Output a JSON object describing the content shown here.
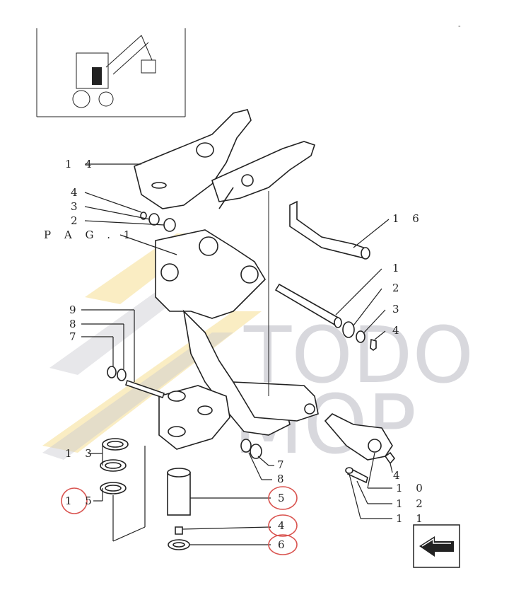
{
  "thumbnail_icon": "backhoe-loader-icon",
  "nav_icon": "arrow-back-icon",
  "watermark": {
    "line1": "TODO",
    "line2": "MOP"
  },
  "callouts": {
    "c14": "1 4",
    "c4a": "4",
    "c3a": "3",
    "c2a": "2",
    "pag": "P A G .  1",
    "c9": "9",
    "c8a": "8",
    "c7a": "7",
    "c13": "1 3",
    "c15": "1 5",
    "c16": "1 6",
    "c1": "1",
    "c2b": "2",
    "c3b": "3",
    "c4b": "4",
    "c7b": "7",
    "c8b": "8",
    "c4c": "4",
    "c10": "1 0",
    "c12": "1 2",
    "c11": "1 1",
    "c5": "5",
    "c4d": "4",
    "c6": "6"
  },
  "highlight_color": "#d9534f",
  "watermark_colors": {
    "gray": "#b9b9c2",
    "yellow": "#f3d77a"
  }
}
